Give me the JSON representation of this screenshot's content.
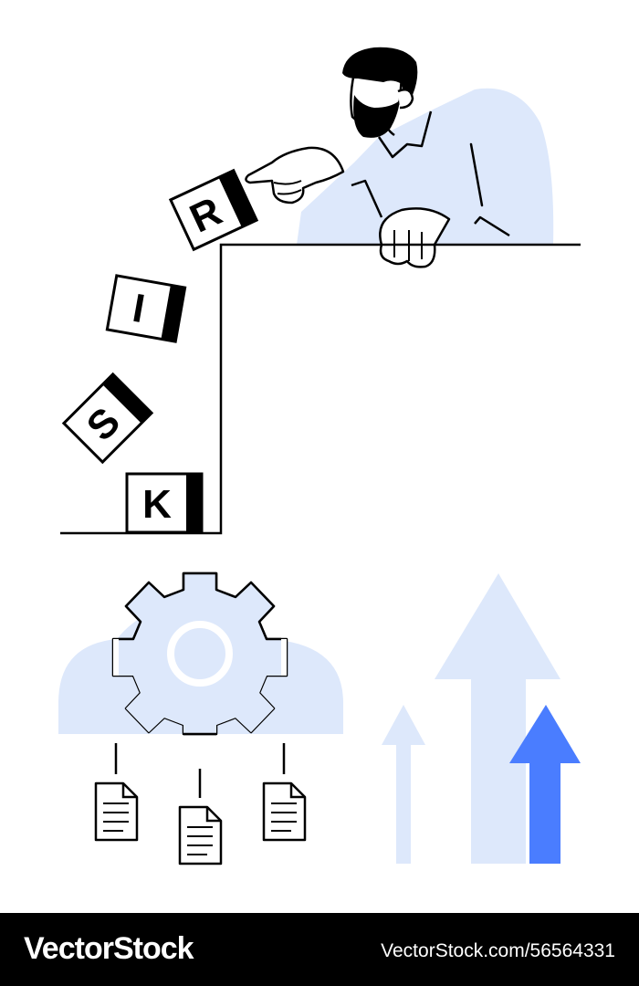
{
  "illustration": {
    "blocks": [
      {
        "letter": "R"
      },
      {
        "letter": "I"
      },
      {
        "letter": "S"
      },
      {
        "letter": "K"
      }
    ]
  },
  "footer": {
    "brand": "VectorStock",
    "stock_id": "VectorStock.com/56564331"
  },
  "colors": {
    "ink": "#000000",
    "light_blue": "#dde8fb",
    "accent_blue": "#4a7dff",
    "background": "#ffffff",
    "footer_bg": "#000000"
  }
}
